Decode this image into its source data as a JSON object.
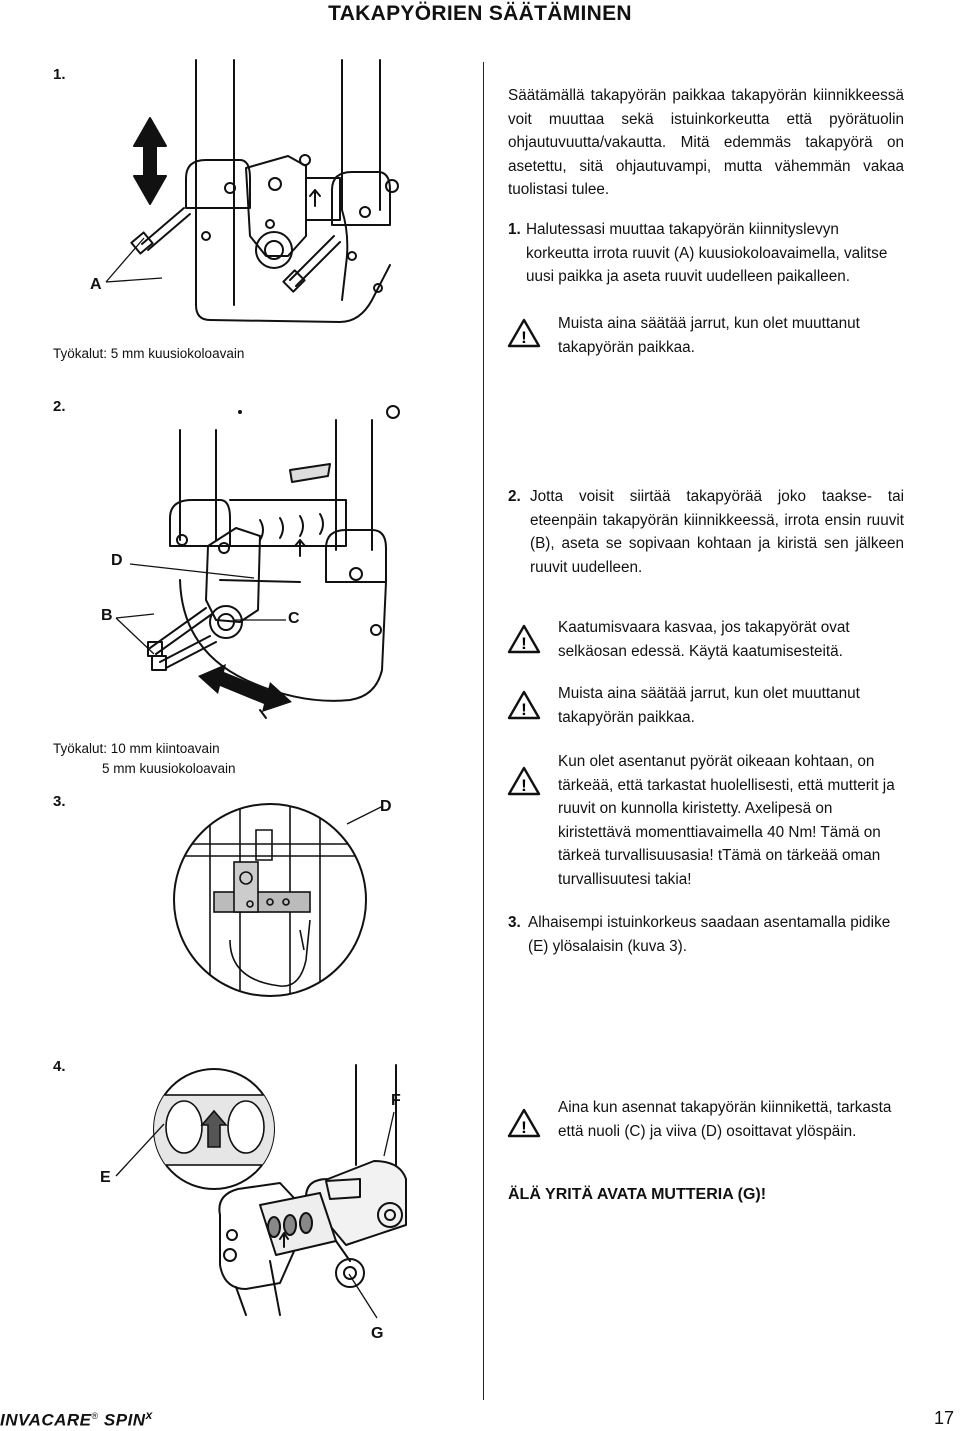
{
  "title": "TAKAPYÖRIEN SÄÄTÄMINEN",
  "steps": {
    "s1": "1.",
    "s2": "2.",
    "s3": "3.",
    "s4": "4."
  },
  "callouts": {
    "a": "A",
    "b": "B",
    "c": "C",
    "d1": "D",
    "d2": "D",
    "e": "E",
    "f": "F",
    "g": "G"
  },
  "tools": {
    "t1": "Työkalut:   5 mm kuusiokoloavain",
    "t2a": "Työkalut:   10 mm kiintoavain",
    "t2b": "5 mm kuusiokoloavain"
  },
  "text": {
    "intro": "Säätämällä takapyörän paikkaa takapyörän kiinnikkeessä voit muuttaa sekä istuinkorkeutta että pyörätuolin ohjautuvuutta/vakautta. Mitä edemmäs takapyörä on asetettu, sitä ohjautuvampi, mutta vähemmän vakaa tuolistasi tulee.",
    "p1_num": "1.",
    "p1": "Halutessasi muuttaa takapyörän kiinnityslevyn korkeutta irrota ruuvit (A) kuusiokoloavaimella, valitse uusi paikka ja aseta ruuvit uudelleen paikalleen.",
    "w1": "Muista aina säätää jarrut, kun olet muuttanut takapyörän paikkaa.",
    "p2_num": "2.",
    "p2": "Jotta voisit siirtää takapyörää joko taakse- tai eteenpäin takapyörän kiinnikkeessä, irrota ensin ruuvit (B), aseta se sopivaan kohtaan ja kiristä sen jälkeen ruuvit uudelleen.",
    "w2": "Kaatumisvaara kasvaa, jos takapyörät ovat selkäosan edessä. Käytä kaatumisesteitä.",
    "w3": "Muista aina säätää jarrut, kun olet muuttanut takapyörän paikkaa.",
    "w4": "Kun olet asentanut pyörät oikeaan kohtaan, on tärkeää, että tarkastat huolellisesti, että mutterit ja ruuvit on kunnolla kiristetty. Axelipesä on kiristettävä momenttiavaimella 40 Nm! Tämä on tärkeä turvallisuusasia! tTämä on tärkeää oman turvallisuutesi takia!",
    "p3_num": "3.",
    "p3": "Alhaisempi istuinkorkeus saadaan asentamalla pidike (E) ylösalaisin (kuva 3).",
    "w5": "Aina kun asennat takapyörän kiinnikettä, tarkasta että nuoli (C) ja viiva (D) osoittavat ylöspäin.",
    "bold_warning": "ÄLÄ YRITÄ AVATA MUTTERIA (G)!"
  },
  "footer": {
    "brand": "INVACARE",
    "reg": "®",
    "model": "SPIN",
    "model_sup": "x",
    "page": "17"
  },
  "icons": [
    "warning-triangle-icon",
    "double-arrow-icon",
    "wheel-bracket-illustration"
  ]
}
